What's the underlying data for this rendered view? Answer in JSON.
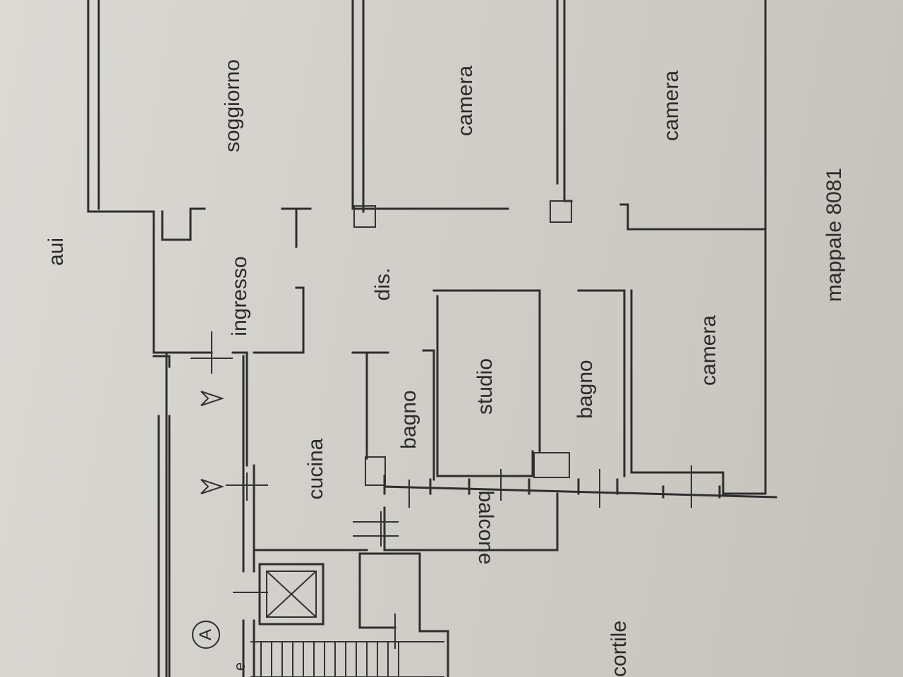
{
  "rooms": {
    "soggiorno": "soggiorno",
    "camera_top": "camera",
    "camera_right": "camera",
    "camera_bottom": "camera",
    "ingresso": "ingresso",
    "dis": "dis.",
    "cucina": "cucina",
    "bagno_left": "bagno",
    "studio": "studio",
    "bagno_right": "bagno",
    "balcone": "balcone"
  },
  "outside": {
    "aui": "aui",
    "cortile": "cortile",
    "mappale": "mappale 8081",
    "fragment_e": "e"
  },
  "section_marker": {
    "letter": "A"
  },
  "colors": {
    "paper": "#d3d0cb",
    "ink": "#2e2e2e"
  }
}
